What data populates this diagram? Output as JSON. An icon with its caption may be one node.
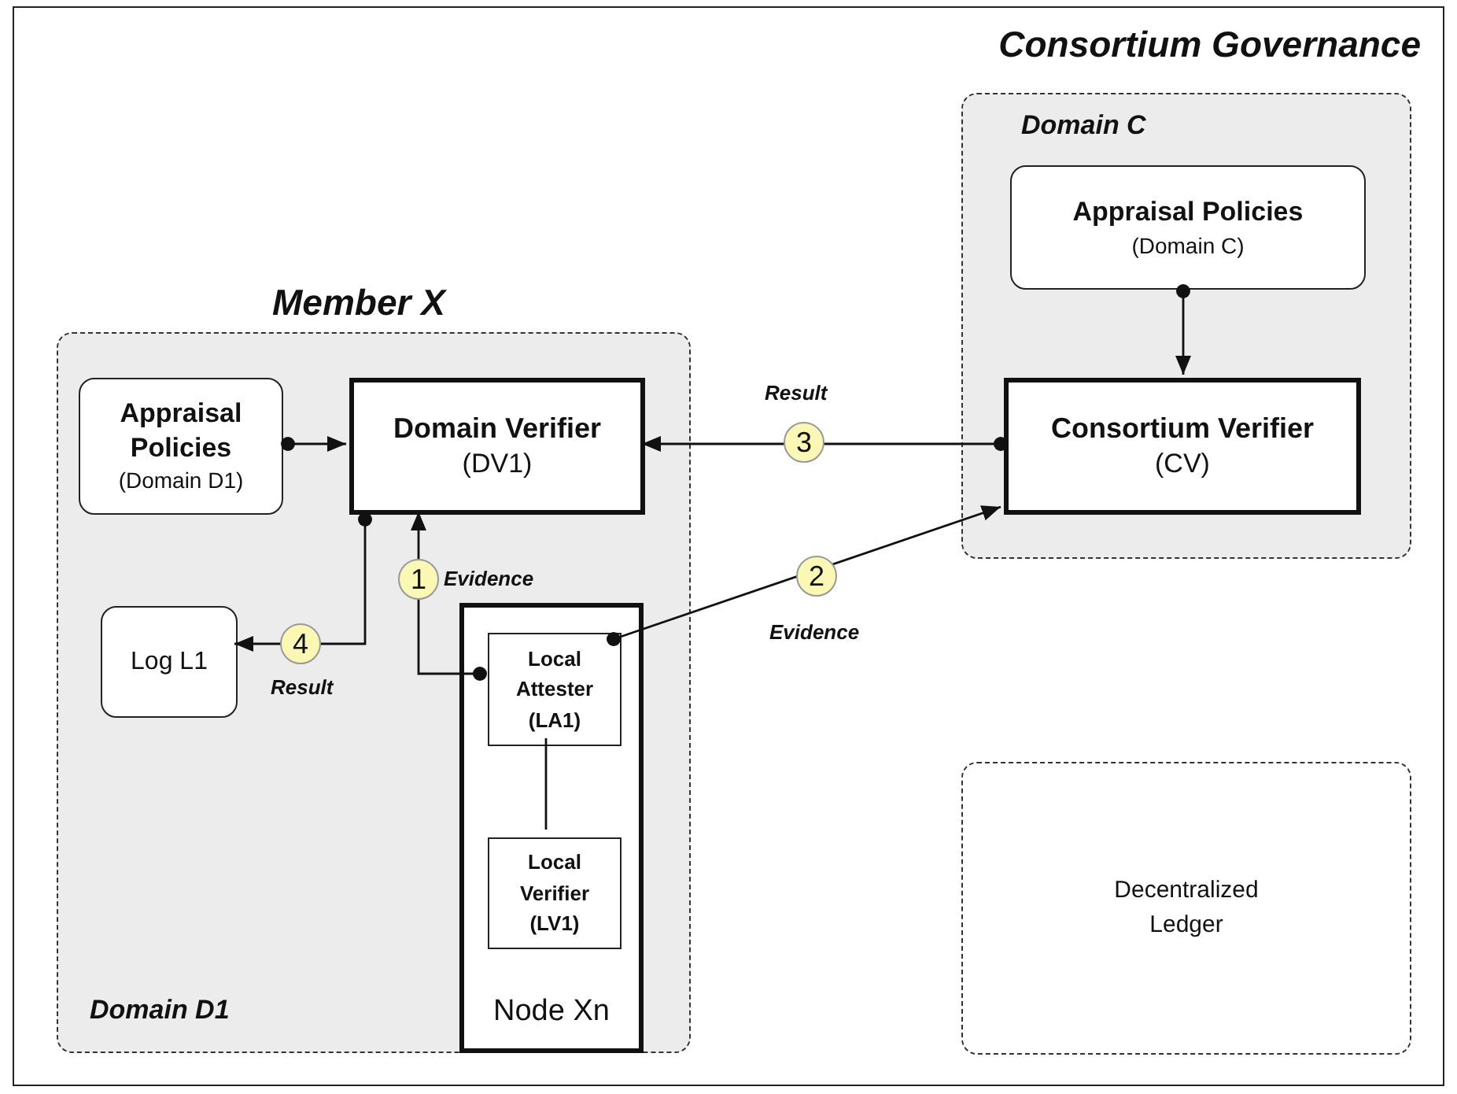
{
  "diagram": {
    "nodes": [
      {
        "text": [
          "Consortium Governance"
        ]
      },
      {
        "text": [
          "Member X",
          "Domain D1"
        ],
        "in": 0
      },
      {
        "text": [
          "Appraisal Policies",
          "(Domain D1)"
        ],
        "in": 1
      },
      {
        "text": [
          "Domain Verifier",
          "(DV1)"
        ],
        "in": 1
      },
      {
        "text": [
          "Log L1"
        ],
        "in": 1
      },
      {
        "text": [
          "Node Xn"
        ],
        "in": 1
      },
      {
        "text": [
          "Local Attester (LA1)"
        ],
        "in": 5
      },
      {
        "text": [
          "Local Verifier (LV1)"
        ],
        "in": 5
      },
      {
        "text": [
          "Domain C"
        ],
        "in": 0
      },
      {
        "text": [
          "Appraisal Policies",
          "(Domain C)"
        ],
        "in": 8
      },
      {
        "text": [
          "Consortium Verifier",
          "(CV)"
        ],
        "in": 8
      },
      {
        "text": [
          "Decentralized Ledger"
        ],
        "in": 0
      }
    ],
    "edges": [
      {
        "from": 2,
        "to": 3,
        "arrow": "to"
      },
      {
        "from": 6,
        "to": 3,
        "arrow": "to",
        "label": "1"
      },
      {
        "from": 6,
        "to": 10,
        "arrow": "to",
        "label": "2"
      },
      {
        "from": 10,
        "to": 3,
        "arrow": "to",
        "label": "3"
      },
      {
        "from": 3,
        "to": 4,
        "arrow": "to",
        "label": "4"
      },
      {
        "from": 9,
        "to": 10,
        "arrow": "to"
      },
      {
        "from": 6,
        "to": 7,
        "arrow": "none"
      }
    ],
    "labels": [
      "Result",
      "Evidence",
      "Evidence",
      "Result"
    ]
  }
}
